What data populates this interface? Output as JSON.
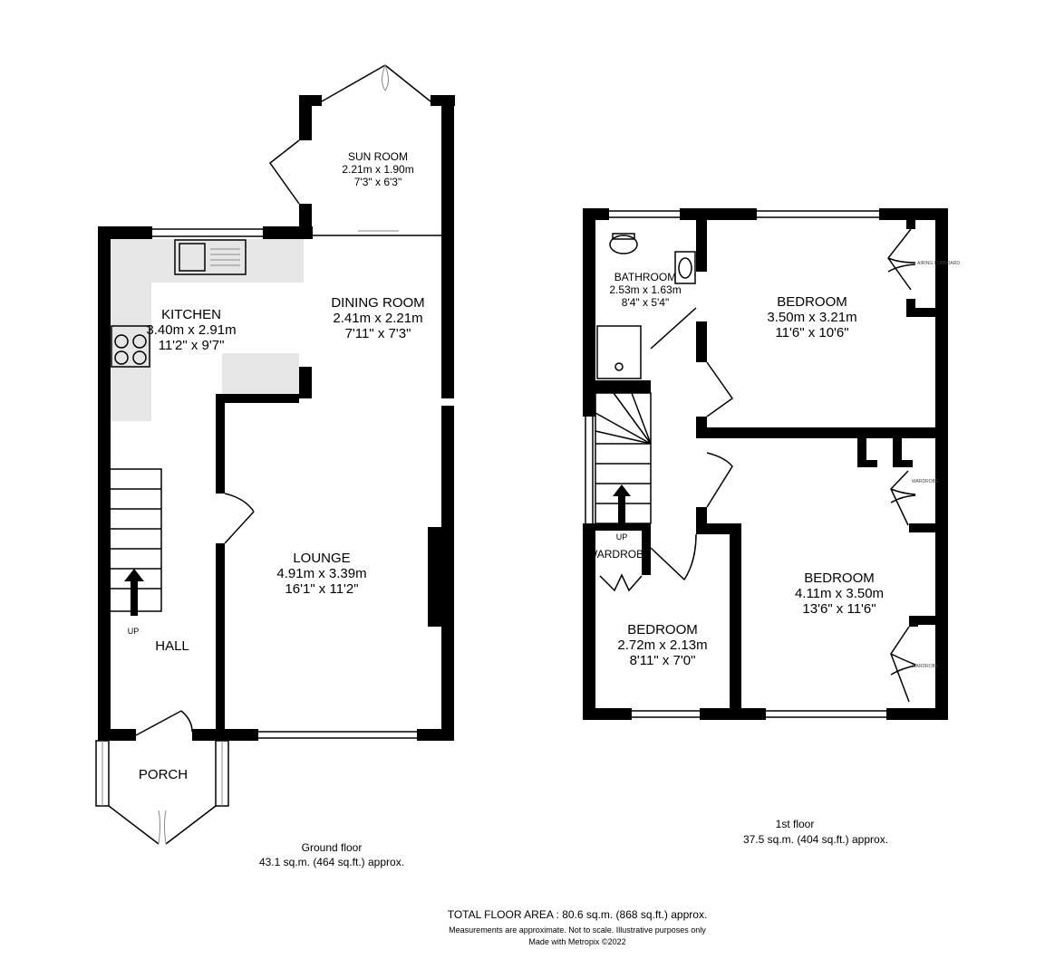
{
  "ground_floor": {
    "label": "Ground floor",
    "area": "43.1 sq.m. (464 sq.ft.) approx.",
    "rooms": [
      {
        "name": "SUN ROOM",
        "metric": "2.21m  x 1.90m",
        "imperial": "7'3\"  x 6'3\""
      },
      {
        "name": "KITCHEN",
        "metric": "3.40m  x 2.91m",
        "imperial": "11'2\"  x 9'7\""
      },
      {
        "name": "DINING ROOM",
        "metric": "2.41m  x 2.21m",
        "imperial": "7'11\"  x 7'3\""
      },
      {
        "name": "LOUNGE",
        "metric": "4.91m  x 3.39m",
        "imperial": "16'1\"  x 11'2\""
      },
      {
        "name": "HALL"
      },
      {
        "name": "PORCH"
      }
    ],
    "stairs_label": "UP"
  },
  "first_floor": {
    "label": "1st floor",
    "area": "37.5 sq.m. (404 sq.ft.) approx.",
    "rooms": [
      {
        "name": "BATHROOM",
        "metric": "2.53m  x 1.63m",
        "imperial": "8'4\"  x 5'4\""
      },
      {
        "name": "BEDROOM",
        "metric": "3.50m  x 3.21m",
        "imperial": "11'6\"  x 10'6\""
      },
      {
        "name": "BEDROOM",
        "metric": "4.11m  x 3.50m",
        "imperial": "13'6\"  x 11'6\""
      },
      {
        "name": "BEDROOM",
        "metric": "2.72m  x 2.13m",
        "imperial": "8'11\"  x 7'0\""
      }
    ],
    "stairs_label": "UP",
    "wardrobe_label": "WARDROBE",
    "small_labels": [
      "AIRING CUPBOARD",
      "WARDROBE",
      "WARDROBE"
    ]
  },
  "footer": {
    "total": "TOTAL FLOOR AREA : 80.6 sq.m. (868 sq.ft.) approx.",
    "disclaimer": "Measurements are approximate.  Not to scale.  Illustrative purposes only",
    "credit": "Made with Metropix ©2022"
  }
}
